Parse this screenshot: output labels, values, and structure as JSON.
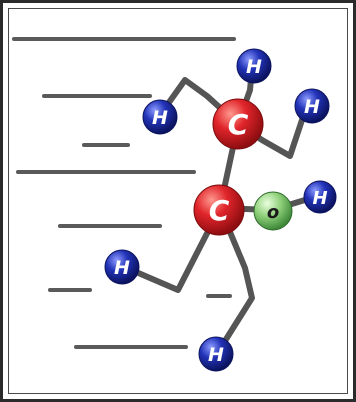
{
  "diagram": {
    "atom_labels": {
      "carbon": "C",
      "oxygen": "O",
      "hydrogen": "H"
    },
    "colors": {
      "carbon": "#d8262c",
      "oxygen": "#7cc46a",
      "hydrogen": "#1d2ba8",
      "bond": "#555555",
      "text_line": "#5a5a5a"
    }
  }
}
